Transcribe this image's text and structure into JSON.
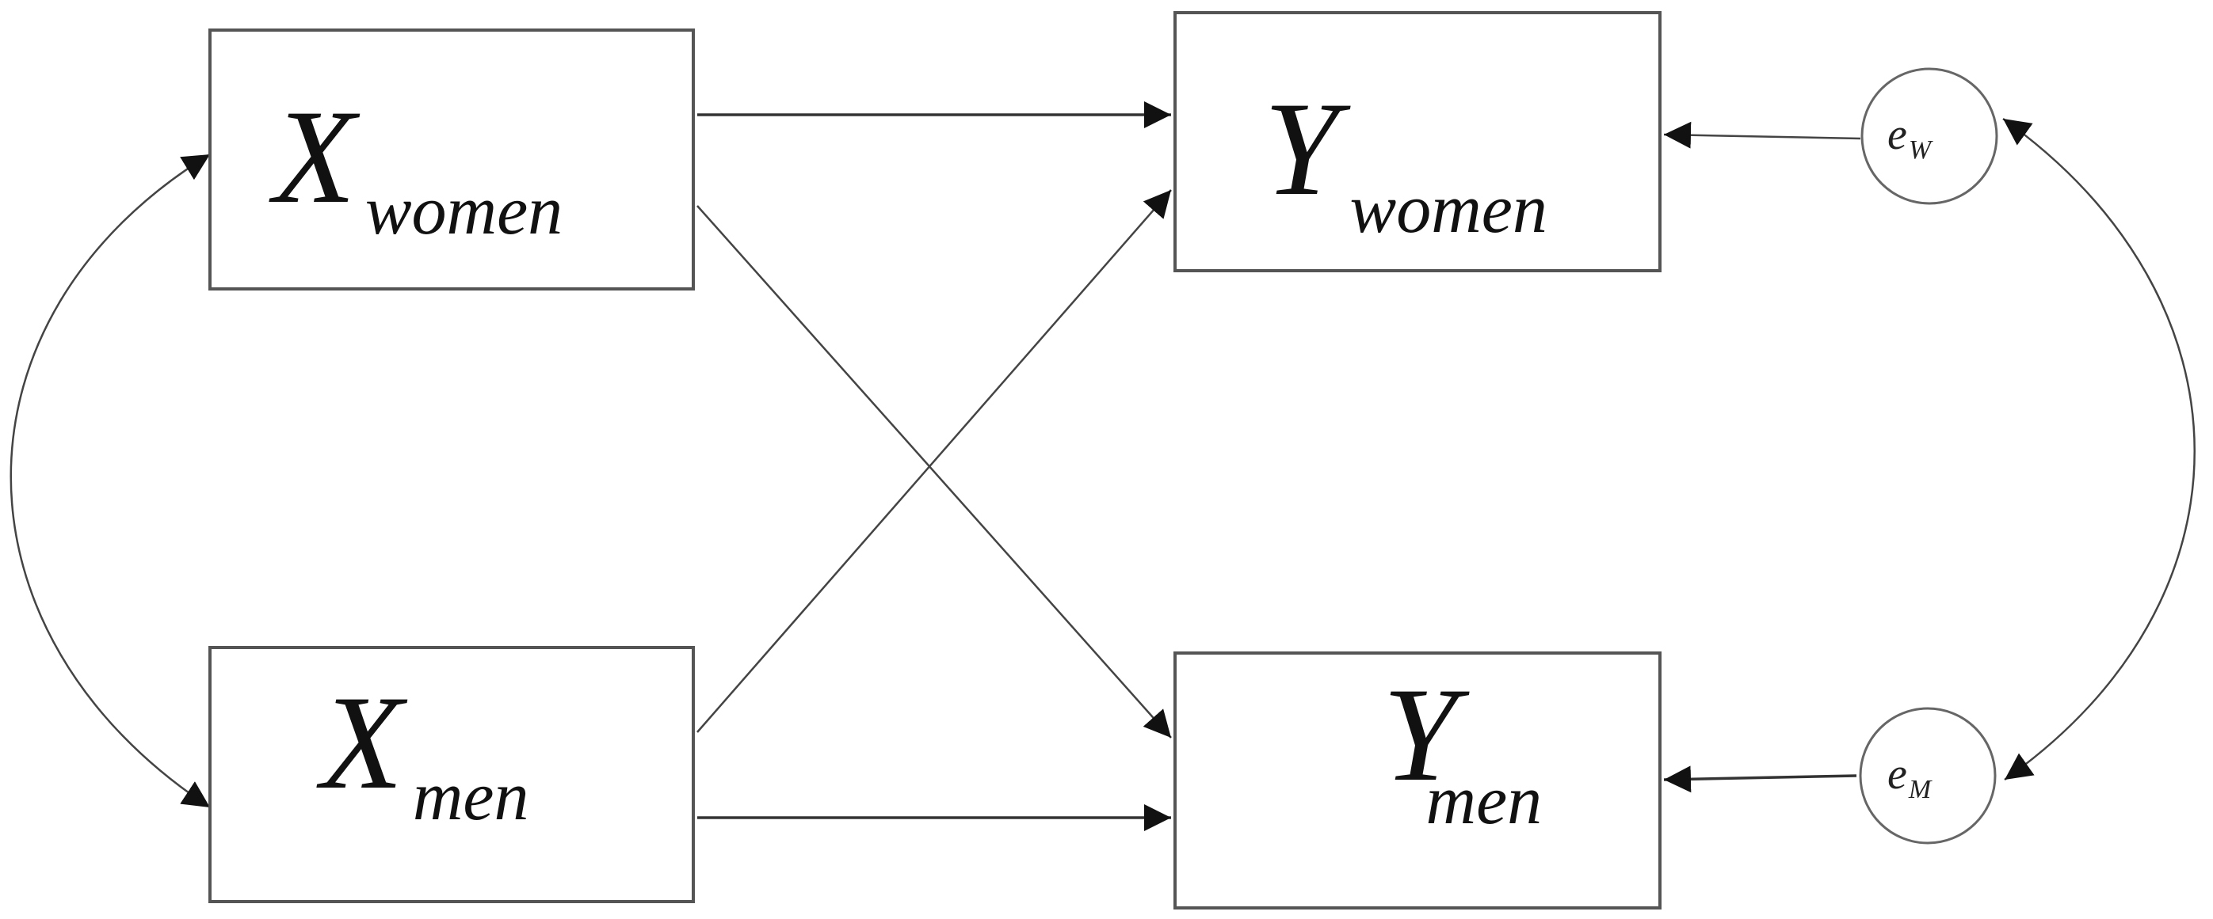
{
  "nodes": {
    "x_women": {
      "main": "X",
      "sub": "women"
    },
    "x_men": {
      "main": "X",
      "sub": "men"
    },
    "y_women": {
      "main": "Y",
      "sub": "women"
    },
    "y_men": {
      "main": "Y",
      "sub": "men"
    },
    "e_women": {
      "main": "e",
      "sub": "W"
    },
    "e_men": {
      "main": "e",
      "sub": "M"
    }
  },
  "edges": [
    {
      "from": "x_women",
      "to": "y_women",
      "type": "directed"
    },
    {
      "from": "x_women",
      "to": "y_men",
      "type": "directed"
    },
    {
      "from": "x_men",
      "to": "y_women",
      "type": "directed"
    },
    {
      "from": "x_men",
      "to": "y_men",
      "type": "directed"
    },
    {
      "from": "e_women",
      "to": "y_women",
      "type": "directed"
    },
    {
      "from": "e_men",
      "to": "y_men",
      "type": "directed"
    },
    {
      "from": "x_women",
      "to": "x_men",
      "type": "covariance"
    },
    {
      "from": "e_women",
      "to": "e_men",
      "type": "covariance"
    }
  ]
}
